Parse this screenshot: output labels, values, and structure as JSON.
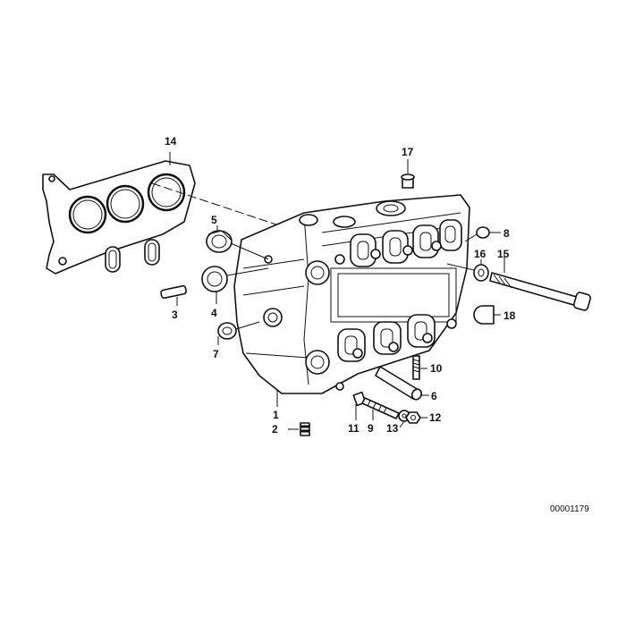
{
  "callouts": {
    "c1": "1",
    "c2": "2",
    "c3": "3",
    "c4": "4",
    "c5": "5",
    "c6": "6",
    "c7": "7",
    "c8": "8",
    "c9": "9",
    "c10": "10",
    "c11": "11",
    "c12": "12",
    "c13": "13",
    "c14": "14",
    "c15": "15",
    "c16": "16",
    "c17": "17",
    "c18": "18"
  },
  "reference_number": "00001179",
  "colors": {
    "ink": "#111111",
    "background": "#ffffff"
  }
}
